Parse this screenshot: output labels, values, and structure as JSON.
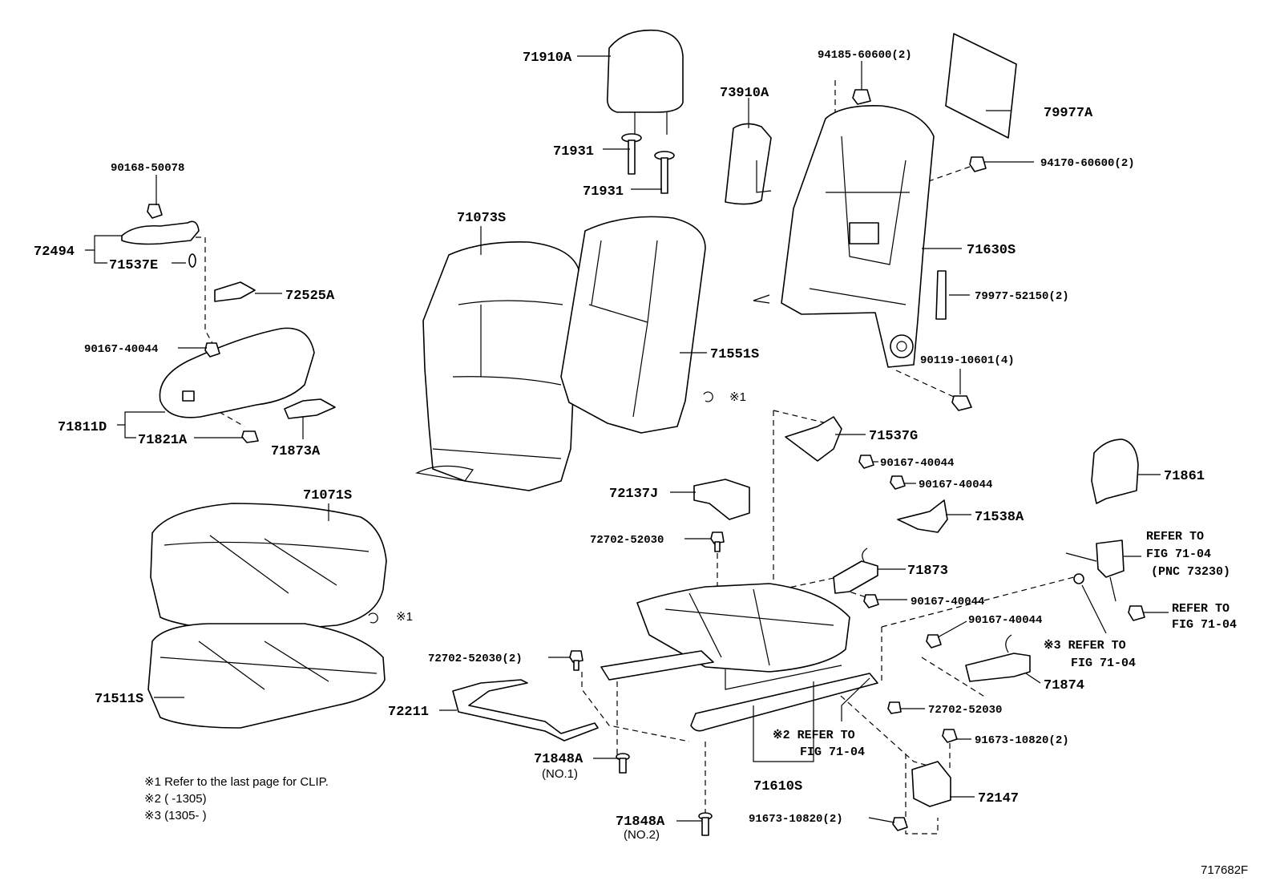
{
  "diagram": {
    "part_labels": {
      "p71910A": "71910A",
      "p73910A": "73910A",
      "p94185": "94185-60600(2)",
      "p79977A": "79977A",
      "p71931a": "71931",
      "p71931b": "71931",
      "p94170": "94170-60600(2)",
      "p90168": "90168-50078",
      "p71073S": "71073S",
      "p72494": "72494",
      "p71537E": "71537E",
      "p71630S": "71630S",
      "p72525A": "72525A",
      "p79977_52150": "79977-52150(2)",
      "p90167_a": "90167-40044",
      "p71551S": "71551S",
      "p90119": "90119-10601(4)",
      "p71811D": "71811D",
      "p71821A": "71821A",
      "p71873A": "71873A",
      "p71537G": "71537G",
      "p90167_b": "90167-40044",
      "p71861": "71861",
      "p90167_c": "90167-40044",
      "p71071S": "71071S",
      "p72137J": "72137J",
      "p71538A": "71538A",
      "p72702_a": "72702-52030",
      "p71873": "71873",
      "p90167_d": "90167-40044",
      "p90167_e": "90167-40044",
      "p72702_b": "72702-52030(2)",
      "p71874": "71874",
      "p71511S": "71511S",
      "p72211": "72211",
      "p72702_c": "72702-52030",
      "p91673_a": "91673-10820(2)",
      "p71848A_1": "71848A",
      "p71848A_2": "71848A",
      "p71610S": "71610S",
      "p72147": "72147",
      "p91673_b": "91673-10820(2)"
    },
    "sub_labels": {
      "no1": "(NO.1)",
      "no2": "(NO.2)"
    },
    "refer_labels": {
      "r1_line1": "REFER TO",
      "r1_line2": "FIG 71-04",
      "r1_line3": "(PNC 73230)",
      "r2_line1": "REFER TO",
      "r2_line2": "FIG 71-04",
      "r3_line1": "※3 REFER TO",
      "r3_line2": "FIG 71-04",
      "r4_line1": "※2 REFER TO",
      "r4_line2": "FIG 71-04"
    },
    "marks": {
      "m1a": "※1",
      "m1b": "※1"
    },
    "notes": [
      "※1 Refer to the last page for CLIP.",
      "※2 (       -1305)",
      "※3 (1305-       )"
    ],
    "figure_id": "717682F"
  }
}
